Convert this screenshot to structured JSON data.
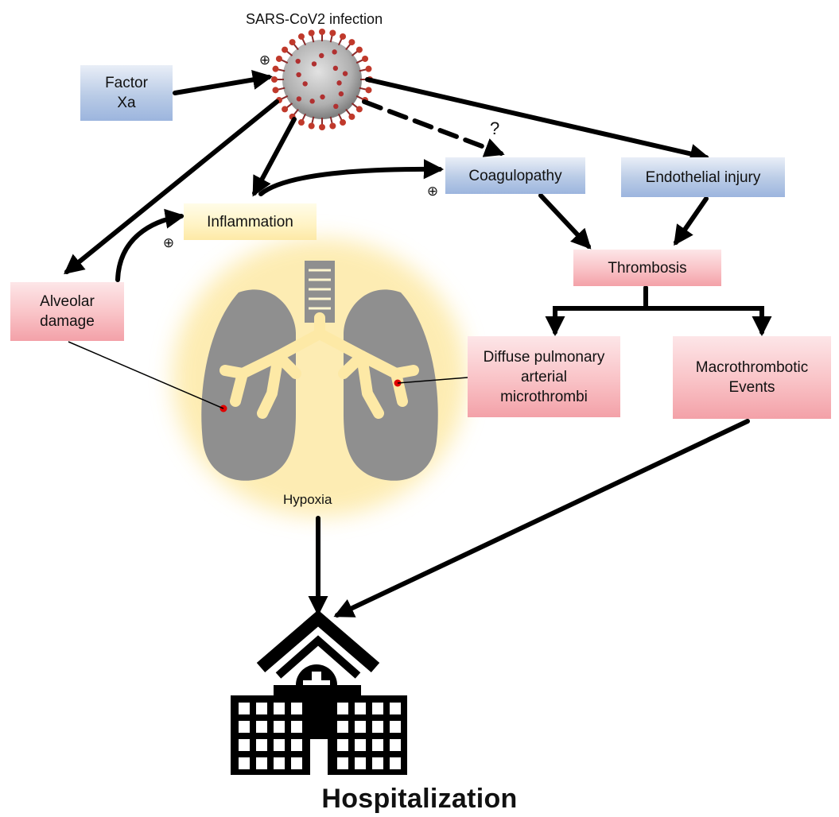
{
  "labels": {
    "infection": "SARS-CoV2 infection",
    "factor_xa": "Factor\nXa",
    "coagulopathy": "Coagulopathy",
    "endothelial_injury": "Endothelial injury",
    "inflammation": "Inflammation",
    "thrombosis": "Thrombosis",
    "alveolar_damage": "Alveolar\ndamage",
    "diffuse_microthrombi": "Diffuse pulmonary\narterial\nmicrothrombi",
    "macrothrombotic_events": "Macrothrombotic\nEvents",
    "hypoxia": "Hypoxia",
    "hospitalization": "Hospitalization",
    "question_mark": "?",
    "plus_symbol": "⊕"
  },
  "colors": {
    "blue_box": "#b9cbe6",
    "pink_box": "#f9c2c6",
    "yellow_box": "#fff3c4",
    "lung_gray": "#8f8f8f",
    "airway_yellow": "#fde9a6",
    "virus_red": "#c0392b",
    "arrow_black": "#000000"
  },
  "icons": [
    "virus-icon",
    "lungs-icon",
    "hospital-icon"
  ]
}
